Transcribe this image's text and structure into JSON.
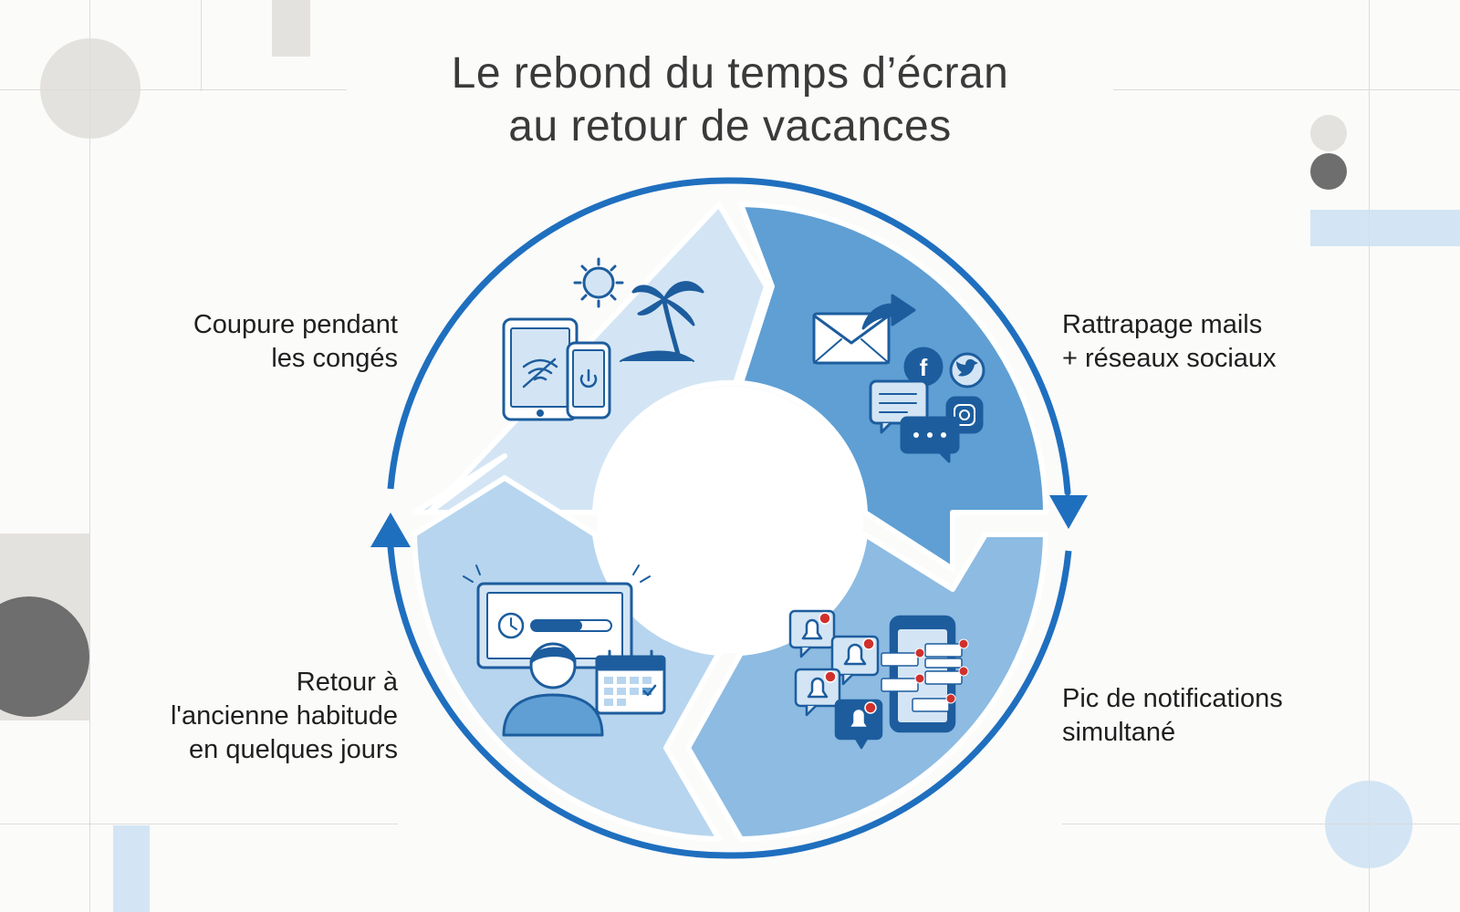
{
  "title": {
    "line1": "Le rebond du temps d’écran",
    "line2": "au retour de vacances"
  },
  "steps": [
    {
      "id": "disconnect",
      "lines": [
        "Coupure pendant",
        "les congés"
      ],
      "icon": "vacation-devices-off-icon"
    },
    {
      "id": "catchup",
      "lines": [
        "Rattrapage mails",
        "+ réseaux sociaux"
      ],
      "icon": "mail-social-icon"
    },
    {
      "id": "notifications",
      "lines": [
        "Pic de notifications",
        "simultané"
      ],
      "icon": "notification-burst-icon"
    },
    {
      "id": "habit",
      "lines": [
        "Retour à",
        "l'ancienne habitude",
        "en quelques jours"
      ],
      "icon": "screen-habit-icon"
    }
  ],
  "colors": {
    "ring": "#1f6fbf",
    "segment_light": "#d3e5f4",
    "segment_medium": "#5f9fd4",
    "segment_mid": "#8dbbe2",
    "segment_soft": "#b7d5ee",
    "icon_dark": "#1d5d9e",
    "alert_red": "#d0312d"
  }
}
